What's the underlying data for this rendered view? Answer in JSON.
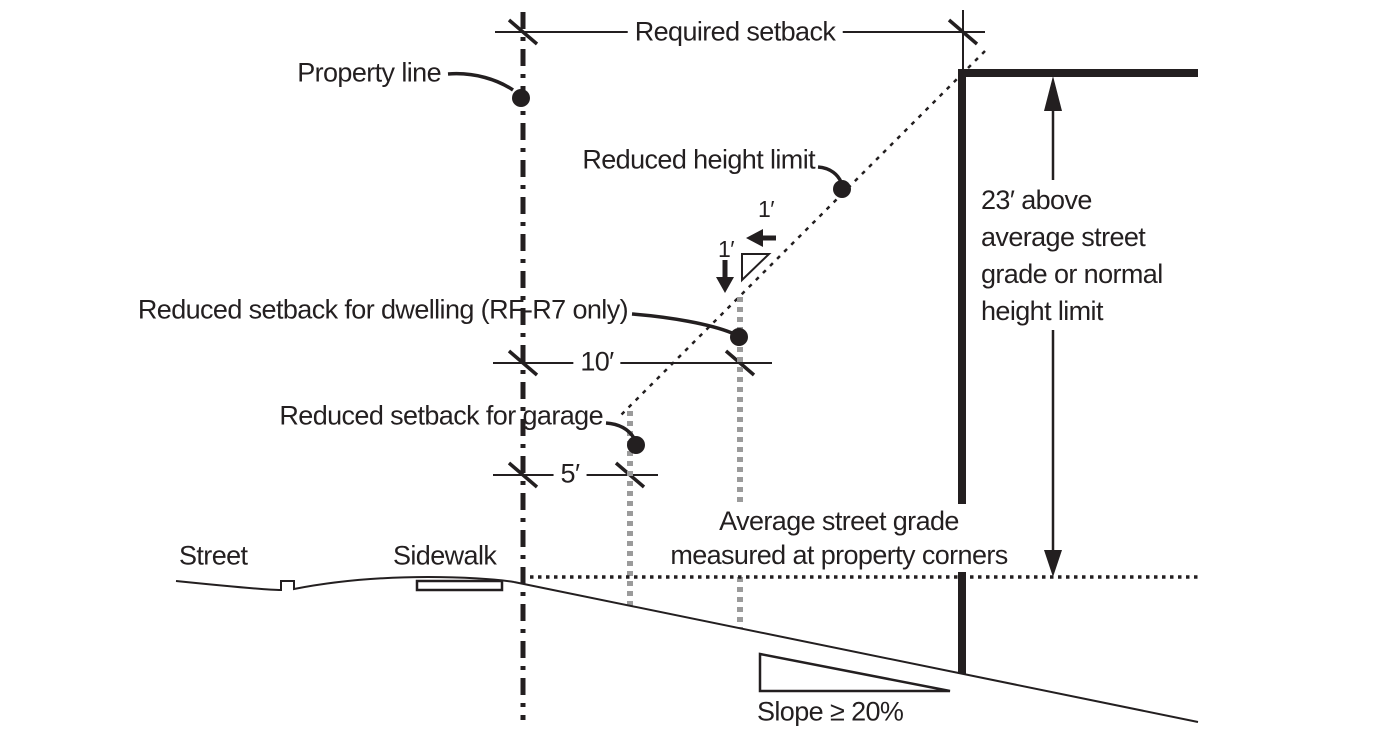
{
  "diagram": {
    "description": "Zoning section diagram of reduced setbacks and reduced height limit on a sloping lot",
    "labels": {
      "required_setback": "Required setback",
      "property_line": "Property line",
      "reduced_height_limit": "Reduced height limit",
      "one_foot_horizontal": "1′",
      "one_foot_vertical": "1′",
      "reduced_setback_dwelling": "Reduced setback for dwelling (RF-R7 only)",
      "dim_10ft": "10′",
      "reduced_setback_garage": "Reduced setback for garage",
      "dim_5ft": "5′",
      "street": "Street",
      "sidewalk": "Sidewalk",
      "average_street_grade": "Average street grade\nmeasured at property corners",
      "height_note": "23′ above\naverage street\ngrade or normal\nheight limit",
      "slope": "Slope ≥ 20%"
    },
    "dimensions": {
      "required_setback_garage_ft": "5′",
      "required_setback_dwelling_ft": "10′",
      "height_above_grade_ft": "23′",
      "height_limit_slope_ratio": "1′ : 1′",
      "ground_slope_min": "20%"
    },
    "colors": {
      "ink": "#231f20",
      "gray_dotted": "#9b9b9b",
      "paper": "#ffffff"
    }
  }
}
